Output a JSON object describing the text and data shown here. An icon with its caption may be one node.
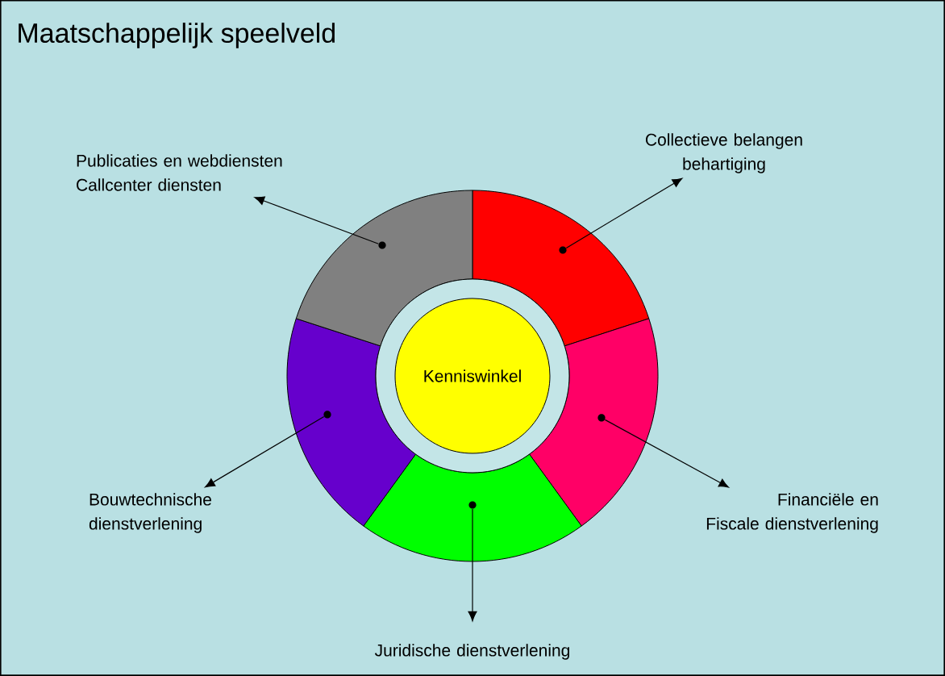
{
  "diagram": {
    "title": "Maatschappelijk speelveld",
    "nodes": [
      {
        "text": [
          "Kenniswinkel"
        ]
      },
      {
        "text": [],
        "shape": "sector"
      },
      {
        "text": [],
        "shape": "sector"
      },
      {
        "text": [],
        "shape": "sector"
      },
      {
        "text": [],
        "shape": "sector"
      },
      {
        "text": [],
        "shape": "sector"
      },
      {
        "text": [
          "Publicaties en webdiensten Callcenter diensten"
        ]
      },
      {
        "text": [
          "Collectieve belangen behartiging"
        ]
      },
      {
        "text": [
          "Financiële en Fiscale dienstverlening"
        ]
      },
      {
        "text": [
          "Juridische dienstverlening"
        ]
      },
      {
        "text": [
          "Bouwtechnische dienstverlening"
        ]
      }
    ],
    "edges": [
      {
        "from": 5,
        "to": 6,
        "arrow": "to"
      },
      {
        "from": 1,
        "to": 7,
        "arrow": "to"
      },
      {
        "from": 2,
        "to": 8,
        "arrow": "to"
      },
      {
        "from": 3,
        "to": 9,
        "arrow": "to"
      },
      {
        "from": 4,
        "to": 10,
        "arrow": "to"
      }
    ]
  }
}
